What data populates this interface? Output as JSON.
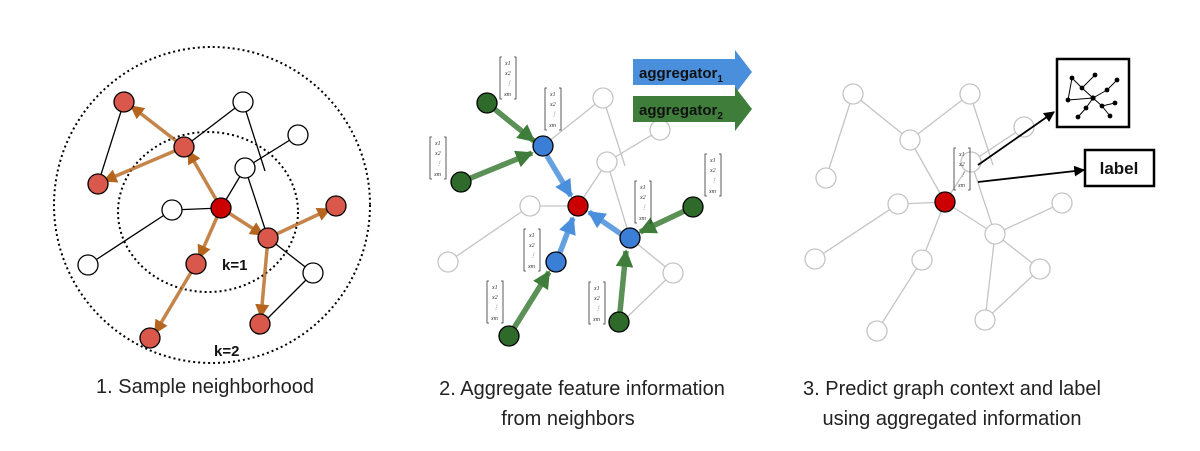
{
  "colors": {
    "red_node": "#cc0000",
    "sampled_node": "#d9574b",
    "blue_node": "#3a7fd5",
    "green_node": "#2e6b2a",
    "orange_edge": "#b5651d",
    "blue_arrow": "#4a8fdc",
    "green_arrow": "#3e7d3a",
    "faded": "#c4c4c4"
  },
  "panel1": {
    "caption": "1. Sample neighborhood",
    "k1_label": "k=1",
    "k2_label": "k=2"
  },
  "panel2": {
    "caption_line1": "2. Aggregate feature information",
    "caption_line2": "from neighbors",
    "aggregator1": "aggregator",
    "aggregator1_sub": "1",
    "aggregator2": "aggregator",
    "aggregator2_sub": "2",
    "vector_rows": [
      "x1",
      "x2",
      "⋮",
      "xm"
    ]
  },
  "panel3": {
    "caption_line1": "3. Predict graph context and label",
    "caption_line2": "using aggregated information",
    "label_box": "label",
    "graph_icon": "graph-context-icon"
  }
}
